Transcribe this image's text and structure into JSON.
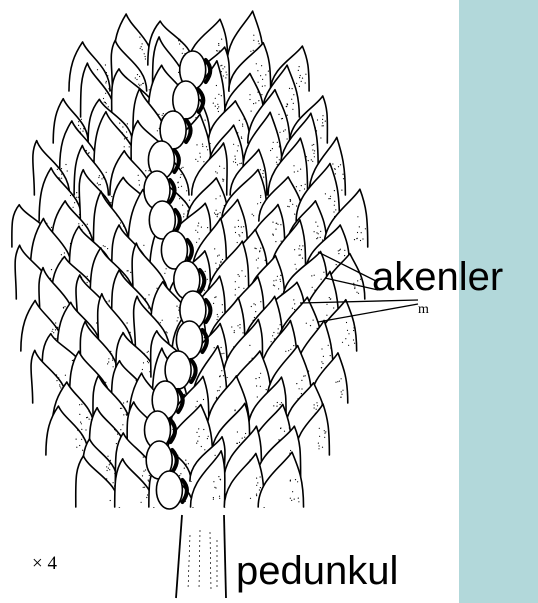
{
  "figure": {
    "labels": {
      "achenes": "akenler",
      "peduncle": "pedunkul",
      "magnification": "× 4",
      "pointer_mark": "m"
    }
  },
  "colors": {
    "background": "#ffffff",
    "side_panel": "#b2d8da",
    "ink": "#000000"
  }
}
